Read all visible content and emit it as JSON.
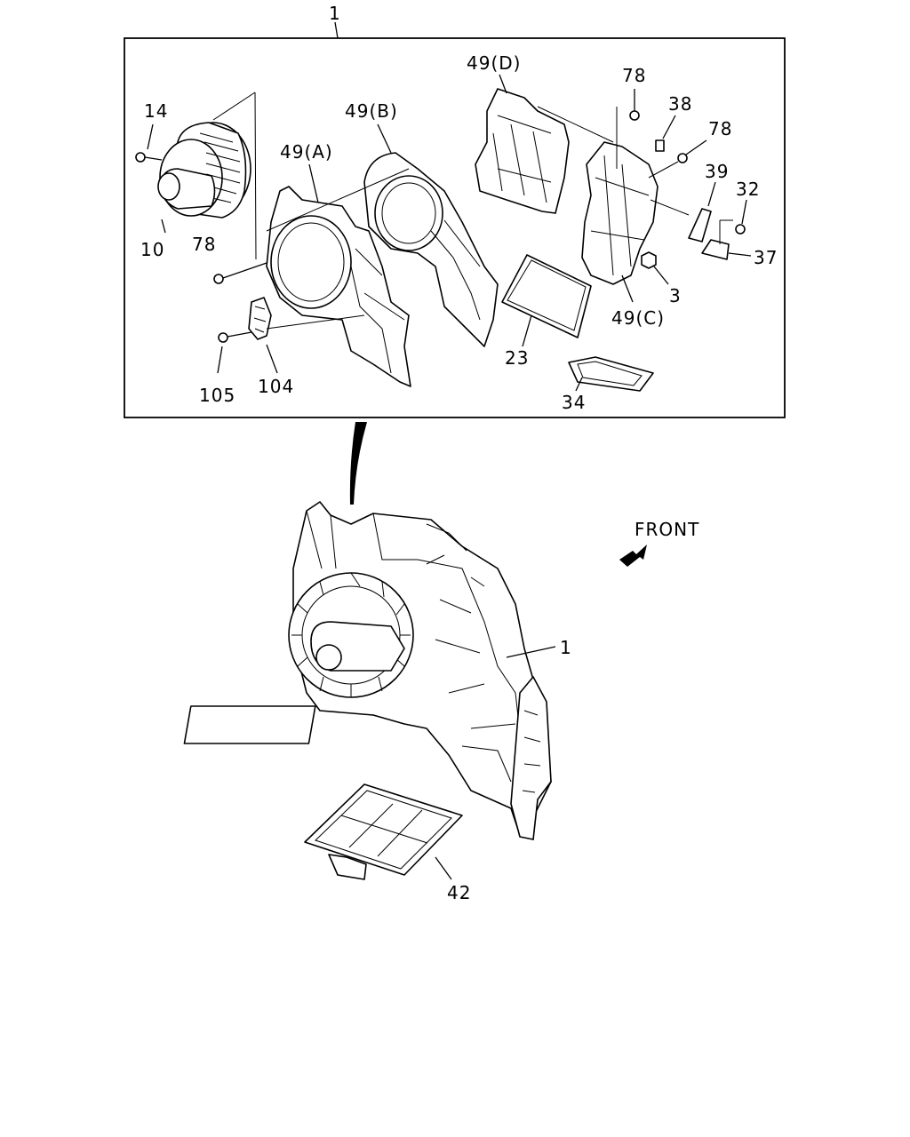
{
  "labels": {
    "assembly_top": "1",
    "assembly_side": "1",
    "p14": "14",
    "p10": "10",
    "p78_left": "78",
    "p49a": "49(A)",
    "p49b": "49(B)",
    "p49d": "49(D)",
    "p78_top": "78",
    "p38": "38",
    "p78_right": "78",
    "p39": "39",
    "p32": "32",
    "p37": "37",
    "p3": "3",
    "p49c": "49(C)",
    "p23": "23",
    "p34": "34",
    "p105": "105",
    "p104": "104",
    "p42": "42"
  },
  "front_label": "FRONT",
  "colors": {
    "line": "#000000",
    "background": "#ffffff"
  },
  "icons": {
    "front_arrow": "arrow-right-icon"
  }
}
